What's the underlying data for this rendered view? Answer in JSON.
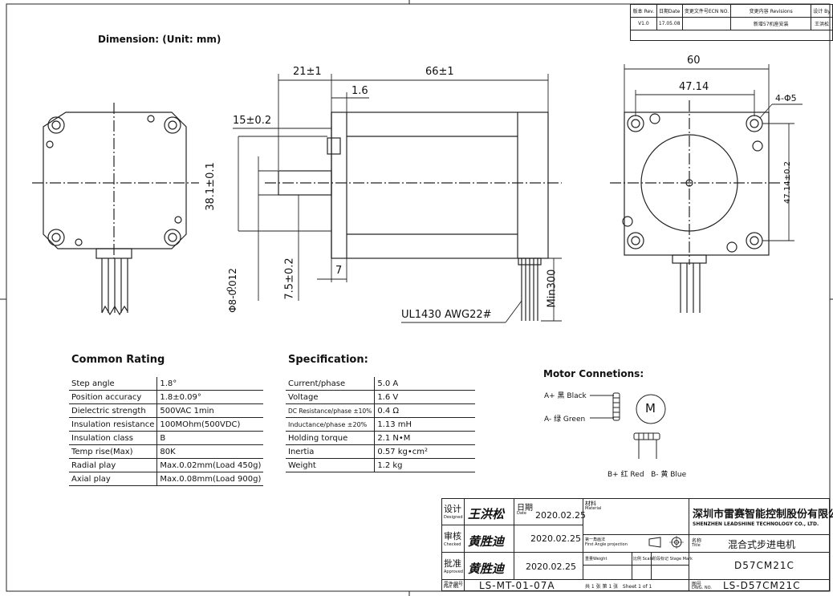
{
  "dimension_title": "Dimension: (Unit: mm)",
  "revision": {
    "headers": [
      "版本 Rev.",
      "日期Date",
      "变更文件号ECN NO.",
      "变更内容 Revisions",
      "设计 By"
    ],
    "row": [
      "V1.0",
      "17.05.08",
      "",
      "新增57机座安装",
      "王洪松"
    ]
  },
  "dims": {
    "d21": "21±1",
    "d66": "66±1",
    "d16": "1.6",
    "d15": "15±0.2",
    "d381": "38.1±0.1",
    "d75": "7.5±0.2",
    "d7": "7",
    "d8_top": "0",
    "d8": "Φ8-0.012",
    "min300": "Min300",
    "cable": "UL1430 AWG22#",
    "d60": "60",
    "d4714": "47.14",
    "hole": "4-Φ5",
    "d4714v": "47.14±0.2"
  },
  "common_rating": {
    "title": "Common Rating",
    "rows": [
      [
        "Step angle",
        "1.8°"
      ],
      [
        "Position accuracy",
        "1.8±0.09°"
      ],
      [
        "Dielectric strength",
        "500VAC 1min"
      ],
      [
        "Insulation resistance",
        "100MOhm(500VDC)"
      ],
      [
        "Insulation class",
        "B"
      ],
      [
        "Temp rise(Max)",
        "80K"
      ],
      [
        "Radial play",
        "Max.0.02mm(Load 450g)"
      ],
      [
        "Axial play",
        "Max.0.08mm(Load 900g)"
      ]
    ]
  },
  "specification": {
    "title": "Specification:",
    "rows": [
      [
        "Current/phase",
        "5.0 A"
      ],
      [
        "Voltage",
        "1.6 V"
      ],
      [
        "DC Resistance/phase ±10%",
        "0.4 Ω"
      ],
      [
        "Inductance/phase ±20%",
        "1.13 mH"
      ],
      [
        "Holding torque",
        "2.1 N•M"
      ],
      [
        "Inertia",
        "0.57 kg•cm²"
      ],
      [
        "Weight",
        "1.2 kg"
      ]
    ]
  },
  "motor_connections": {
    "title": "Motor Connetions:",
    "a_plus": "A+ 黑 Black",
    "a_minus": "A- 绿 Green",
    "motor_label": "M",
    "b_labels": "B+ 红 Red   B- 黄 Blue"
  },
  "title_block": {
    "designed_label": "设计",
    "designed_en": "Designed",
    "checked_label": "审核",
    "checked_en": "Checked",
    "approved_label": "批准",
    "approved_en": "Approved",
    "partno_label": "零件编号",
    "partno_en": "Part No.",
    "designer": "王洪松",
    "checker": "黄胜迪",
    "approver": "黄胜迪",
    "date_label": "日期",
    "date_en": "Date",
    "date1": "2020.02.25",
    "date2": "2020.02.25",
    "date3": "2020.02.25",
    "part_no": "LS-MT-01-07A",
    "material_label": "材料",
    "material_en": "Material",
    "projection_label": "第一角画法",
    "projection_en": "First Angle projection",
    "weight_label": "重量Weight",
    "scale_label": "比例 Scale",
    "stage_label": "阶段标记 Stage Mark",
    "sheet": "共 1 张 第 1 张   Sheet 1 of 1",
    "company_cn": "深圳市雷赛智能控制股份有限公司",
    "company_en": "SHENZHEN LEADSHINE TECHNOLOGY CO., LTD.",
    "title_label": "名称",
    "title_en": "Title",
    "product_cn": "混合式步进电机",
    "model": "D57CM21C",
    "dwg_label": "图号",
    "dwg_en": "DWG. NO.",
    "dwg_no": "LS-D57CM21C"
  }
}
